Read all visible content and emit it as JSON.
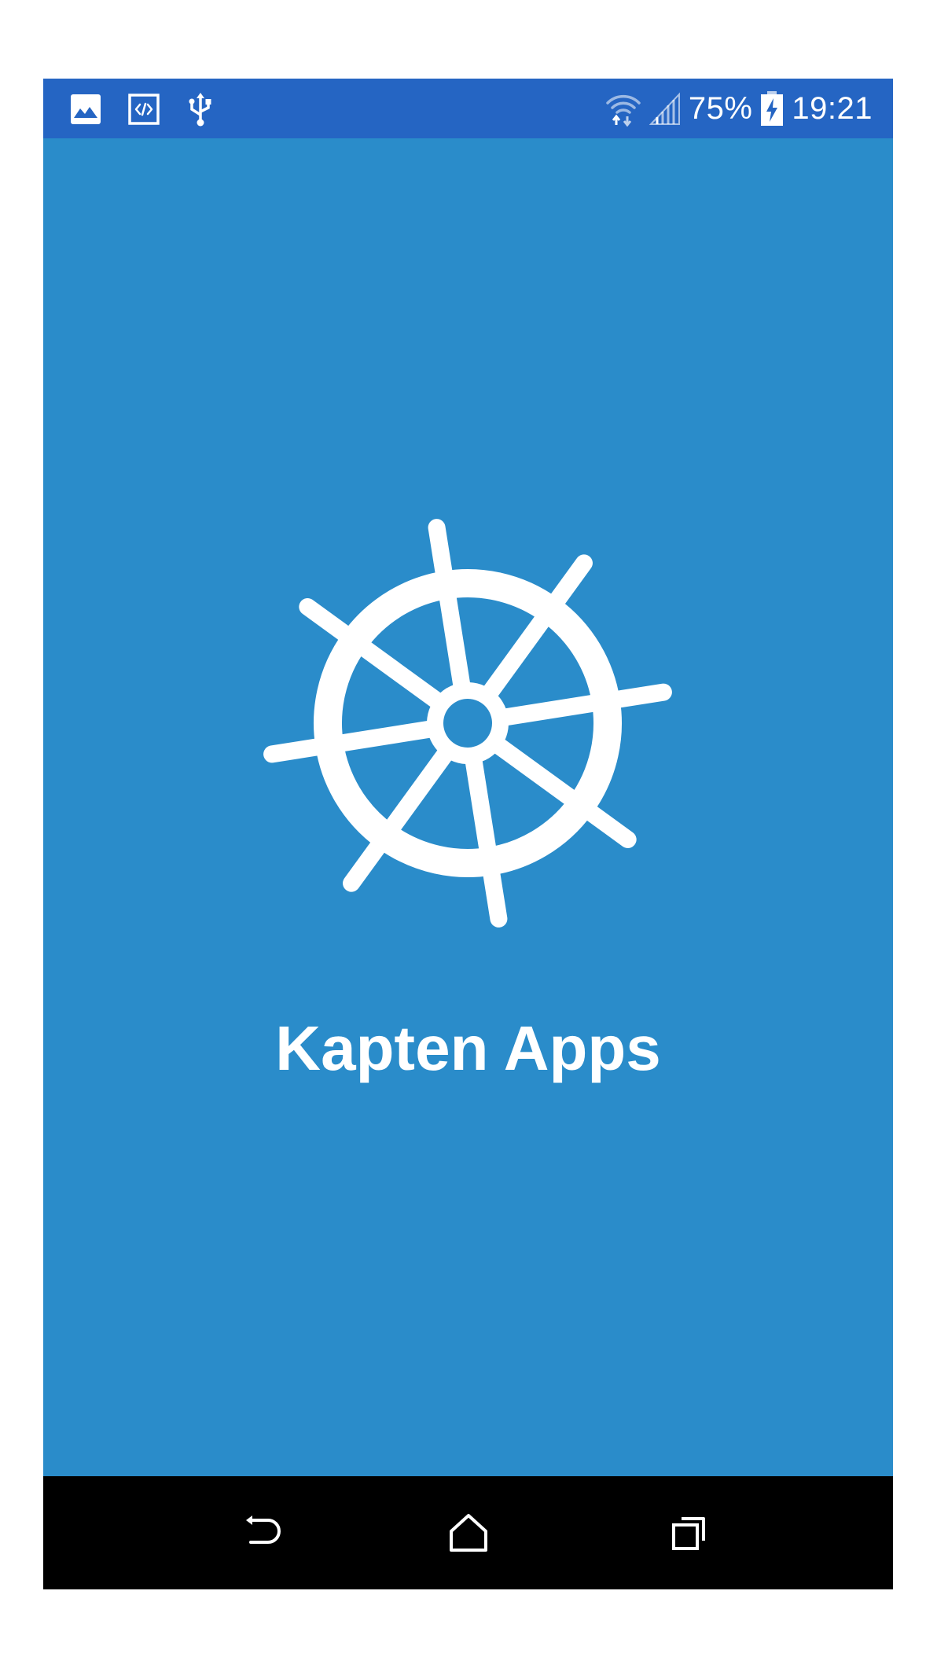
{
  "status_bar": {
    "notification_icons": [
      "image-icon",
      "code-icon",
      "usb-icon"
    ],
    "wifi_icon": "wifi-icon",
    "signal_icon": "cell-signal-icon",
    "battery_percent": "75%",
    "battery_icon": "battery-charging-icon",
    "time": "19:21",
    "color": "#2565c3"
  },
  "app": {
    "background_color": "#2a8cca",
    "logo_icon": "ship-wheel-icon",
    "title": "Kapten Apps"
  },
  "nav_bar": {
    "buttons": [
      "back-icon",
      "home-icon",
      "recents-icon"
    ],
    "color": "#000000"
  }
}
